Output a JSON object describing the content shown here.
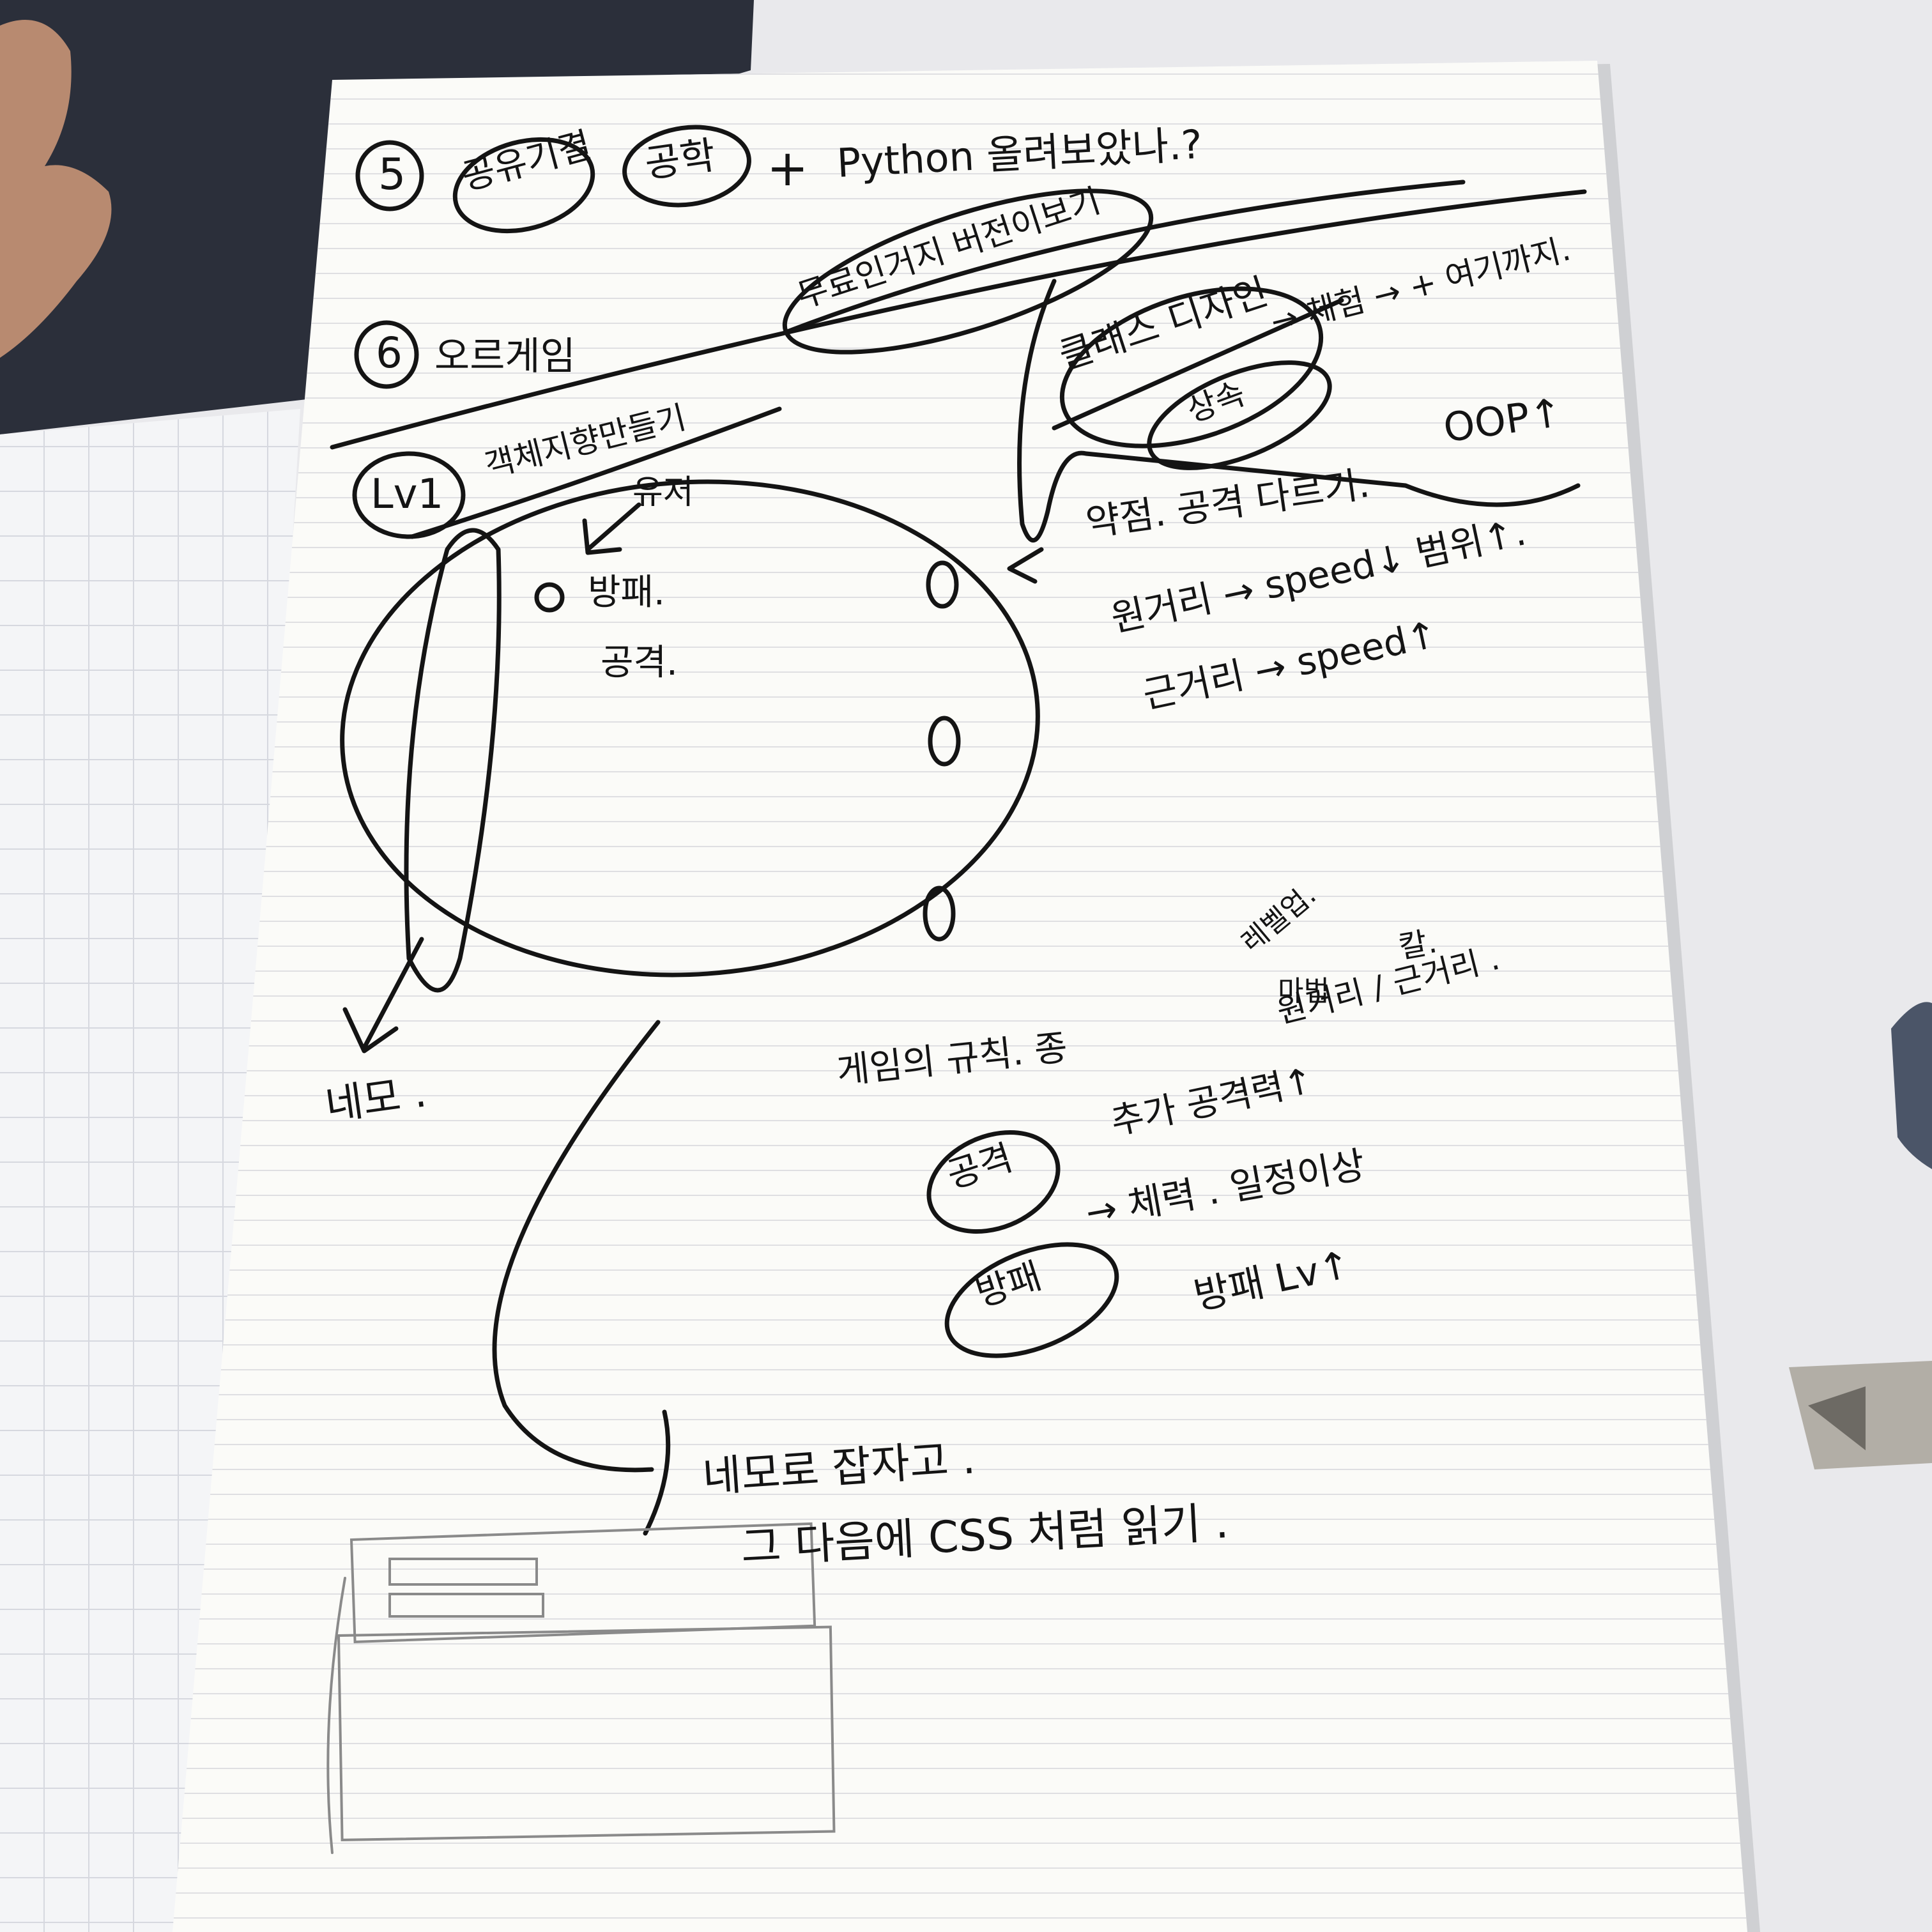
{
  "photo": {
    "subject": "handwritten notes on lined paper",
    "colors": {
      "desk": "#e9e9ec",
      "paper": "#fbfbf8",
      "ruled_line": "#d8d8dc",
      "ink": "#141414",
      "pencil": "#8a8a8a",
      "dark_cover": "#2b2f3a",
      "skin": "#b88a70"
    },
    "notes": {
      "item5": {
        "number": "5",
        "word_a": "공유기결",
        "word_b": "공학",
        "plus": "+",
        "tail": "Python 올려보았나.?"
      },
      "oval_note": "무료인거지 버전이보기",
      "item6": {
        "number": "6",
        "title": "오르게임"
      },
      "level": {
        "badge": "Lv1",
        "text": "객체지향만들기"
      },
      "circle": {
        "user_label": "유저",
        "defense": "방패.",
        "attack": "공격.",
        "marker": "O"
      },
      "right_block": {
        "class_note": "클래스 디자인",
        "sub": "상속",
        "practice": "→ 체험 → + 여기까지.",
        "oop": "OOP↑",
        "arrow_note": "약점. 공격 다르기.",
        "speed1": "원거리 → speed↓ 범위↑.",
        "speed2": "근거리 → speed↑"
      },
      "nemo": "네모 .",
      "game_rules": {
        "line1": "게임의 규칙. 종",
        "side_a": "레벨업.",
        "side_b": "칼.",
        "side_c": "마법",
        "side_d": "원거리 / 근거리 .",
        "attack_badge": "공격",
        "attack_text": "추가 공격력↑",
        "defense_badge": "방패",
        "defense_text": "→ 체력 . 일정이상",
        "defense_lv": "방패 Lv↑"
      },
      "bottom": {
        "line1": "네모로 잡자고 .",
        "line2": "그 다음에 CSS 처럼 읽기 ."
      }
    }
  }
}
